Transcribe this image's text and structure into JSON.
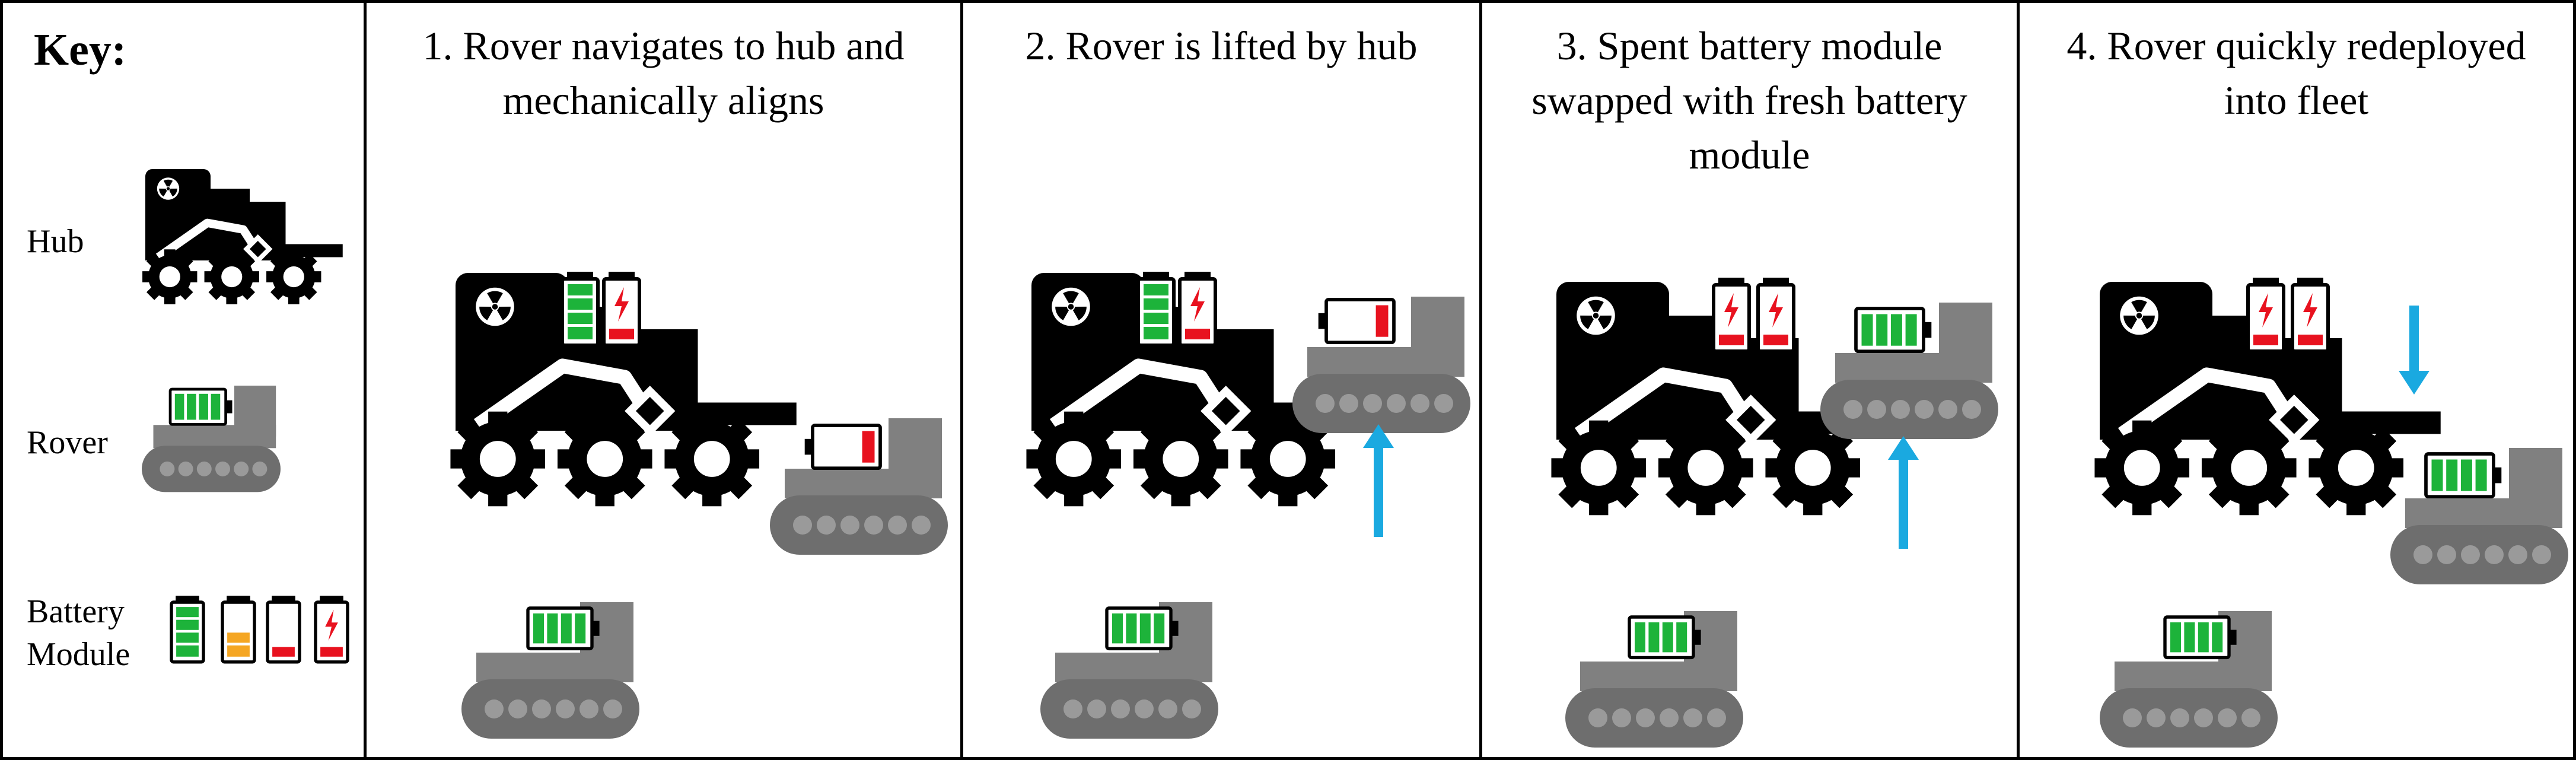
{
  "key": {
    "title": "Key:",
    "hub_label": "Hub",
    "rover_label": "Rover",
    "battery_label_line1": "Battery",
    "battery_label_line2": "Module"
  },
  "steps": [
    {
      "title": "1. Rover navigates to hub and mechanically aligns"
    },
    {
      "title": "2. Rover is lifted by hub"
    },
    {
      "title": "3. Spent battery module swapped with fresh battery module"
    },
    {
      "title": "4. Rover quickly redeployed into fleet"
    }
  ],
  "colors": {
    "hub": "#000000",
    "rover": "#808080",
    "track": "#6e6e6e",
    "battery_full": "#1db33a",
    "battery_half": "#f5a623",
    "battery_low": "#e8121f",
    "arrow": "#1aa9e0"
  },
  "icons": [
    "hub-icon",
    "rover-icon",
    "battery-full-icon",
    "battery-half-icon",
    "battery-low-icon",
    "battery-charging-icon",
    "radiation-icon",
    "up-arrow-icon",
    "down-arrow-icon"
  ]
}
